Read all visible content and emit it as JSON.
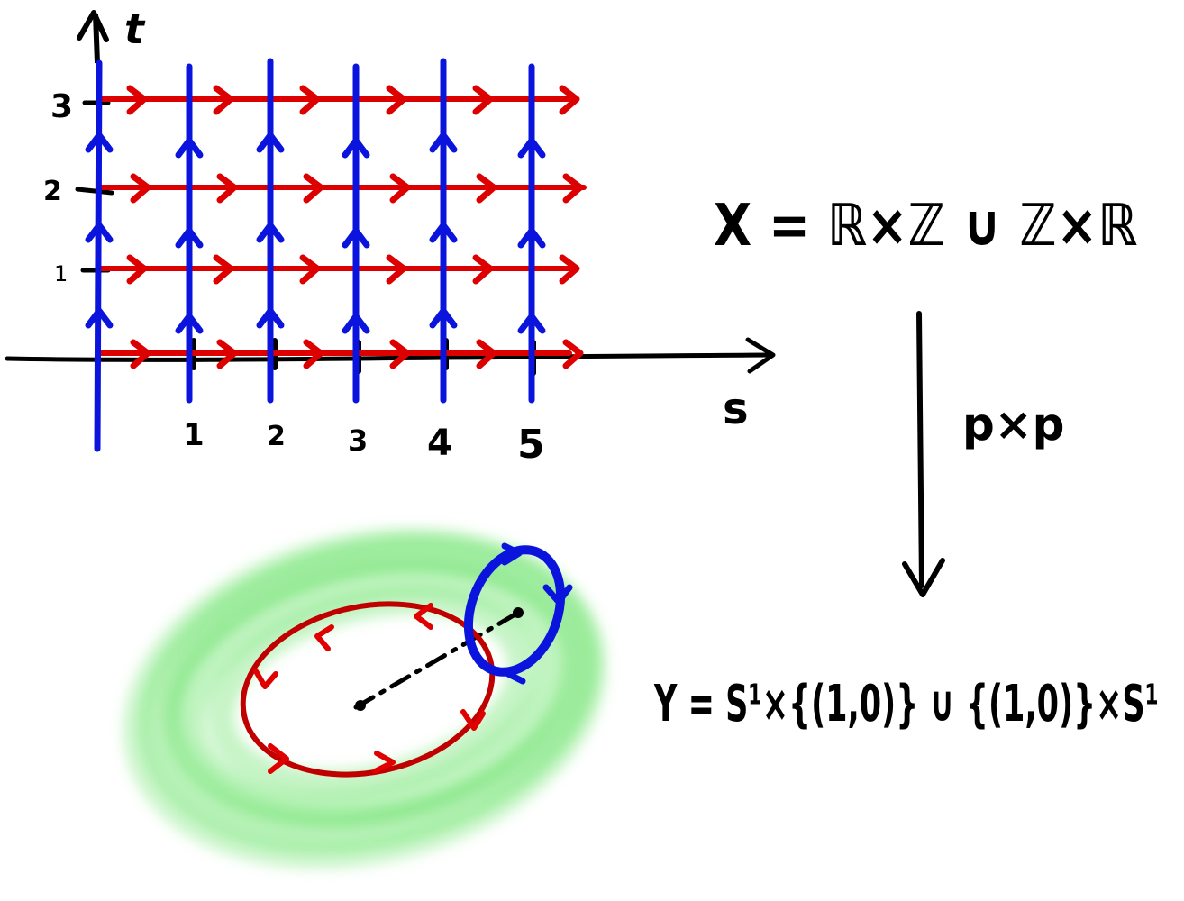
{
  "grid": {
    "t_axis_label": "t",
    "s_axis_label": "s",
    "t_ticks": [
      "3",
      "2",
      "1"
    ],
    "s_ticks": [
      "1",
      "2",
      "3",
      "4",
      "5"
    ],
    "colors": {
      "horizontal": "#dd0000",
      "vertical": "#0a14dd",
      "axis": "#000000"
    }
  },
  "equations": {
    "X": "X = ℝ×ℤ ∪ ℤ×ℝ",
    "map_label": "p×p",
    "Y": "Y = S¹×{(1,0)} ∪ {(1,0)}×S¹"
  },
  "torus": {
    "colors": {
      "surface": "#5ee05e",
      "longitude": "#c00000",
      "meridian": "#0a14dd"
    }
  }
}
